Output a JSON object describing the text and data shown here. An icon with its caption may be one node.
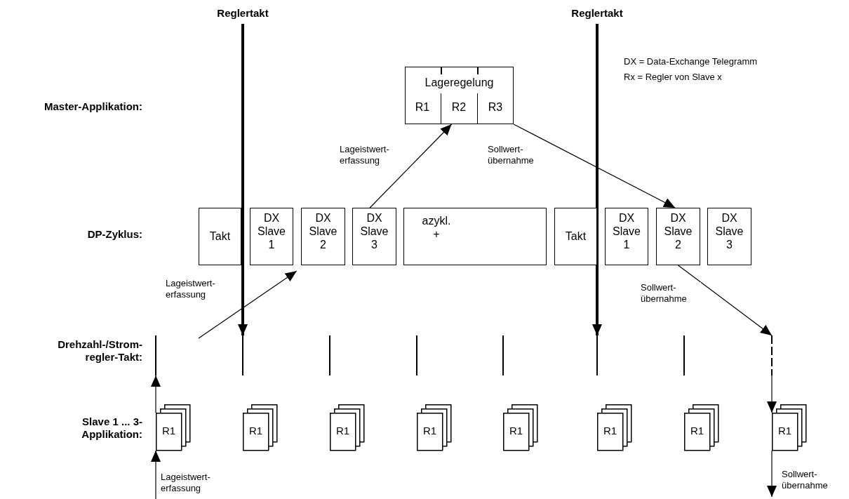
{
  "diagram": {
    "nodes": [
      {
        "text": [
          "Reglertakt"
        ]
      },
      {
        "text": [
          "Reglertakt"
        ]
      },
      {
        "text": [
          "Lageregelung"
        ]
      },
      {
        "text": [
          "R1"
        ],
        "in": 2
      },
      {
        "text": [
          "R2"
        ],
        "in": 2
      },
      {
        "text": [
          "R3"
        ],
        "in": 2
      },
      {
        "text": [
          "Takt"
        ]
      },
      {
        "text": [
          "DX Slave 1"
        ]
      },
      {
        "text": [
          "DX Slave 2"
        ]
      },
      {
        "text": [
          "DX Slave 3"
        ]
      },
      {
        "text": [
          "azykl. +"
        ]
      },
      {
        "text": [
          "Takt"
        ]
      },
      {
        "text": [
          "DX Slave 1"
        ]
      },
      {
        "text": [
          "DX Slave 2"
        ]
      },
      {
        "text": [
          "DX Slave 3"
        ]
      },
      {
        "text": [],
        "shape": "bar"
      },
      {
        "text": [],
        "shape": "bar"
      },
      {
        "text": [],
        "shape": "bar"
      },
      {
        "text": [],
        "shape": "bar"
      },
      {
        "text": [],
        "shape": "bar"
      },
      {
        "text": [],
        "shape": "bar"
      },
      {
        "text": [],
        "shape": "bar"
      },
      {
        "text": [],
        "shape": "bar"
      },
      {
        "text": [
          "R1"
        ]
      },
      {
        "text": [
          "R1"
        ]
      },
      {
        "text": [
          "R1"
        ]
      },
      {
        "text": [
          "R1"
        ]
      },
      {
        "text": [
          "R1"
        ]
      },
      {
        "text": [
          "R1"
        ]
      },
      {
        "text": [
          "R1"
        ]
      },
      {
        "text": [
          "R1"
        ]
      }
    ],
    "edges": [
      {
        "from": 0,
        "to": 16,
        "arrow": "to",
        "style": "thick"
      },
      {
        "from": 1,
        "to": 20,
        "arrow": "to",
        "style": "thick"
      },
      {
        "from": null,
        "to": 8,
        "arrow": "to",
        "label": "Lageistwert- erfassung"
      },
      {
        "from": 9,
        "to": 4,
        "arrow": "to",
        "label": "Lageistwert- erfassung"
      },
      {
        "from": 5,
        "to": 13,
        "arrow": "to",
        "label": "Sollwert- übernahme"
      },
      {
        "from": 13,
        "to": 22,
        "arrow": "to",
        "label": "Sollwert- übernahme"
      },
      {
        "from": 23,
        "to": 15,
        "arrow": "to"
      },
      {
        "from": null,
        "to": 23,
        "arrow": "to",
        "label": "Lageistwert- erfassung"
      },
      {
        "from": 22,
        "to": 30,
        "arrow": "to"
      },
      {
        "from": 30,
        "to": null,
        "arrow": "to",
        "label": "Sollwert- übernahme"
      }
    ],
    "labels": [
      "DX = Data-Exchange Telegramm",
      "Rx = Regler von Slave x",
      "Master-Applikation:",
      "DP-Zyklus:",
      "Drehzahl-/Strom- regler-Takt:",
      "Slave 1 ... 3- Applikation:"
    ]
  }
}
